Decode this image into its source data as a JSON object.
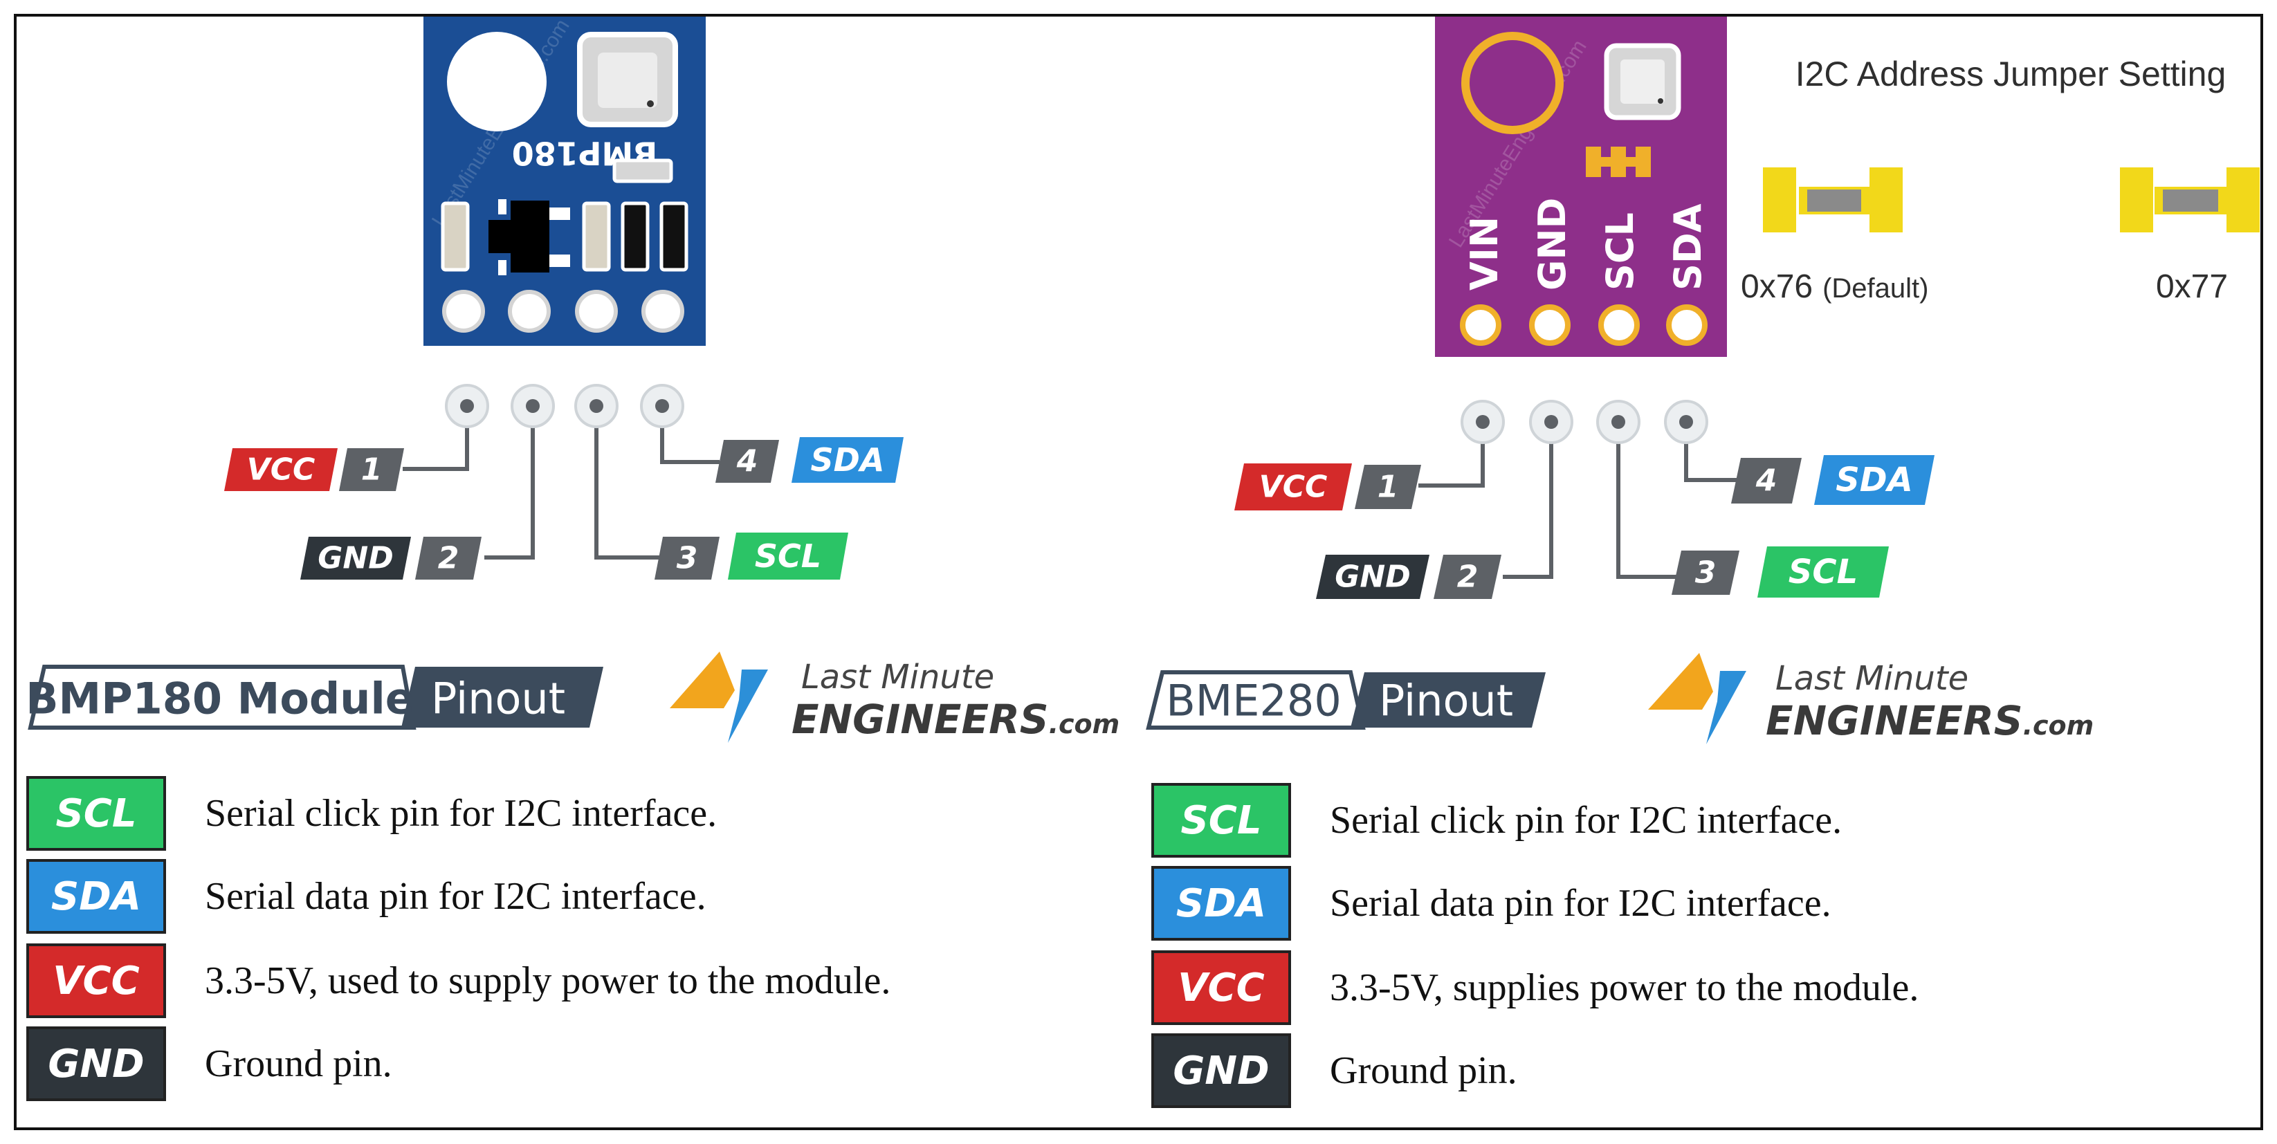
{
  "colors": {
    "vcc": "#d42a2a",
    "gnd": "#2e353b",
    "scl": "#2bc466",
    "sda": "#2b8fdc",
    "pin_number": "#5d6166",
    "bmp_board": "#1b4e95",
    "bme_board": "#8e2f8a",
    "jumper_pad": "#f2d81a",
    "title_dark": "#3c4b5c",
    "brand_orange": "#f2a51d",
    "brand_blue": "#2c8fd8"
  },
  "left": {
    "board": {
      "label": "BMP180",
      "watermark": "LastMinuteEngineers.com"
    },
    "pins": [
      {
        "signal": "VCC",
        "number": "1"
      },
      {
        "signal": "GND",
        "number": "2"
      },
      {
        "signal": "SCL",
        "number": "3"
      },
      {
        "signal": "SDA",
        "number": "4"
      }
    ],
    "title": {
      "main": "BMP180 Module",
      "tag": "Pinout"
    },
    "legend": [
      {
        "badge": "SCL",
        "text": "Serial click pin for I2C interface."
      },
      {
        "badge": "SDA",
        "text": "Serial data pin for I2C interface."
      },
      {
        "badge": "VCC",
        "text": "3.3-5V, used to supply power to the module."
      },
      {
        "badge": "GND",
        "text": "Ground pin."
      }
    ]
  },
  "right": {
    "board": {
      "pin_labels": [
        "VIN",
        "GND",
        "SCL",
        "SDA"
      ],
      "watermark": "LastMinuteEngineers.com"
    },
    "jumper": {
      "title": "I2C Address Jumper Setting",
      "default_address": "0x76",
      "default_note": "(Default)",
      "alt_address": "0x77"
    },
    "pins": [
      {
        "signal": "VCC",
        "number": "1"
      },
      {
        "signal": "GND",
        "number": "2"
      },
      {
        "signal": "SCL",
        "number": "3"
      },
      {
        "signal": "SDA",
        "number": "4"
      }
    ],
    "title": {
      "main": "BME280",
      "tag": "Pinout"
    },
    "legend": [
      {
        "badge": "SCL",
        "text": "Serial click pin for I2C interface."
      },
      {
        "badge": "SDA",
        "text": "Serial data pin for I2C interface."
      },
      {
        "badge": "VCC",
        "text": "3.3-5V, supplies power to the module."
      },
      {
        "badge": "GND",
        "text": "Ground pin."
      }
    ]
  },
  "brand": {
    "line1": "Last Minute",
    "line2": "ENGINEERS",
    "suffix": ".com"
  }
}
